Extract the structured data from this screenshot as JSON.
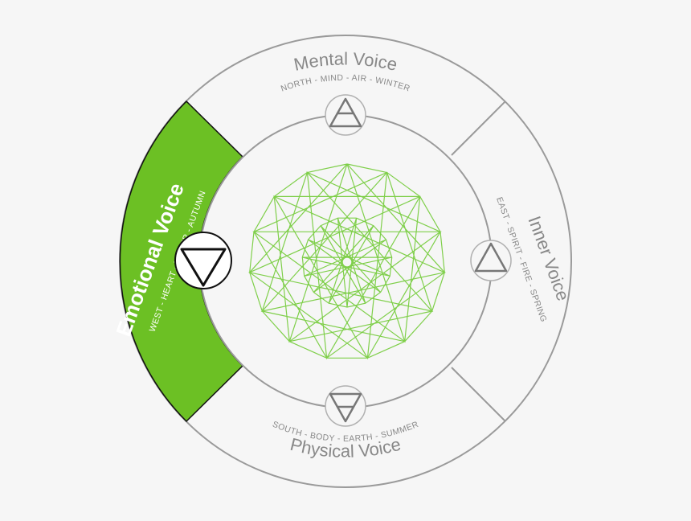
{
  "colors": {
    "background": "#f6f6f6",
    "ring_stroke": "#9a9a9a",
    "active_segment": "#6cc024",
    "pattern_stroke": "#7fcf4a",
    "icon_stroke": "#777777"
  },
  "voices": {
    "mental": {
      "title": "Mental Voice",
      "subtitle": "NORTH - MIND - AIR - WINTER",
      "icon": "air-element-icon"
    },
    "inner": {
      "title": "Inner Voice",
      "subtitle": "EAST - SPIRIT - FIRE - SPRING",
      "icon": "fire-element-icon"
    },
    "physical": {
      "title": "Physical Voice",
      "subtitle": "SOUTH - BODY - EARTH - SUMMER",
      "icon": "earth-element-icon"
    },
    "emotional": {
      "title": "Emotional Voice",
      "subtitle": "WEST - HEART - WATER - AUTUMN",
      "icon": "water-element-icon",
      "active": true
    }
  },
  "center_pattern": {
    "name": "sacred-geometry-star-icon",
    "points": 15
  }
}
